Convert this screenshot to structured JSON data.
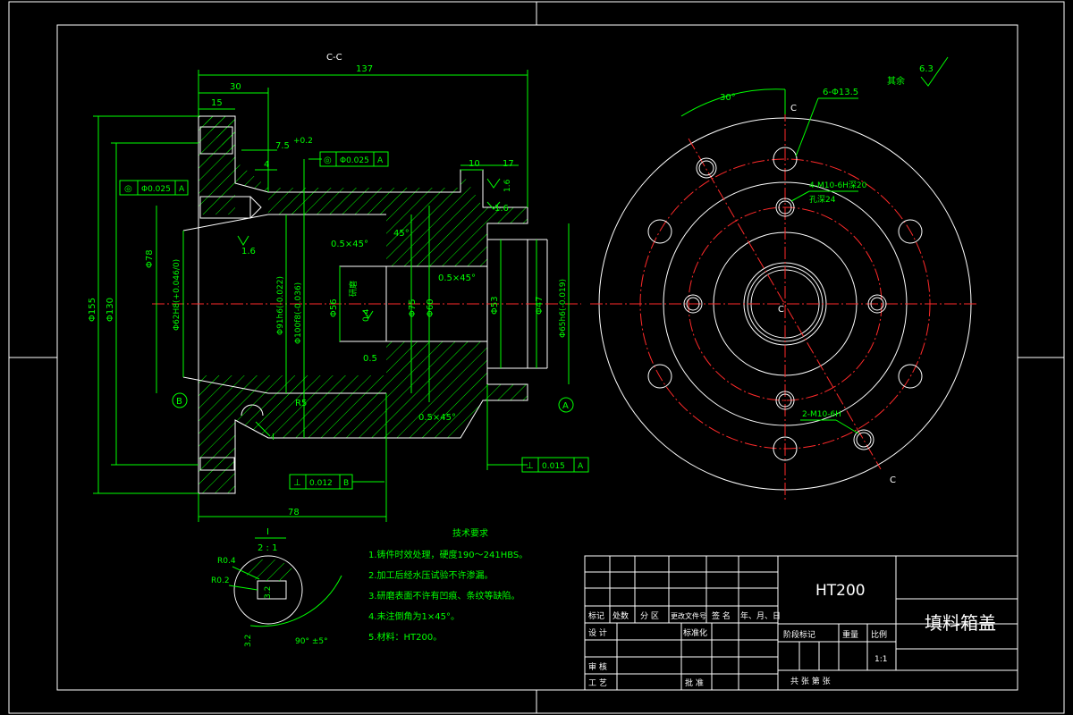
{
  "section_label": "C-C",
  "dims": {
    "d137": "137",
    "d30": "30",
    "d15": "15",
    "d7_5": "7.5",
    "d7_5_tol": "+0.2",
    "d4": "4",
    "d10": "10",
    "d17": "17",
    "d78": "78",
    "phi155": "Φ155",
    "phi130": "Φ130",
    "phi78": "Φ78",
    "phi62": "Φ62H8(+0.046/0)",
    "phi91": "Φ91h6(-0.022)",
    "phi100": "Φ100f8(-0.036)",
    "phi56": "Φ56",
    "phi75": "Φ75",
    "phi60": "Φ60",
    "phi53": "Φ53",
    "phi47": "Φ47",
    "phi65": "Φ65h6(-0.019)",
    "r5": "R5",
    "angle45": "45°",
    "chamfer1": "0.5×45°",
    "chamfer2": "0.5×45°",
    "chamfer3": "0.5×45°",
    "chamfer_small": "0.5",
    "grind_label": "研磨",
    "rough_04": "0.4",
    "rough_16a": "1.6",
    "rough_16b": "1.6",
    "rough_16c": "1.6",
    "detail_mark": "I",
    "datum_a": "A",
    "datum_b": "B"
  },
  "gdt": {
    "t1": {
      "symbol": "◎",
      "value": "Φ0.025",
      "datum": "A"
    },
    "t2": {
      "symbol": "◎",
      "value": "Φ0.025",
      "datum": "A"
    },
    "t3": {
      "symbol": "⊥",
      "value": "0.012",
      "datum": "B"
    },
    "t4": {
      "symbol": "⊥",
      "value": "0.015",
      "datum": "A"
    }
  },
  "side_view": {
    "angle30": "30°",
    "holes6": "6-Φ13.5",
    "tapped4": "4-M10-6H深20",
    "tapped4_depth": "孔深24",
    "tapped2": "2-M10-6H",
    "c_top": "C",
    "c_bottom": "C",
    "center": "C"
  },
  "roughness_other": {
    "label": "其余",
    "value": "6.3"
  },
  "detail": {
    "title": "I",
    "scale": "2 : 1",
    "r04": "R0.4",
    "r02": "R0.2",
    "v32": "3.2",
    "v32b": "3.2",
    "angle": "90° ±5°"
  },
  "tech_req": {
    "title": "技术要求",
    "items": [
      "1.铸件时效处理，硬度190～241HBS。",
      "2.加工后经水压试验不许渗漏。",
      "3.研磨表面不许有凹痕、条纹等缺陷。",
      "4.未注倒角为1×45°。",
      "5.材料：HT200。"
    ]
  },
  "title_block": {
    "material": "HT200",
    "part_name": "填料箱盖",
    "row_marks": [
      "标记",
      "处数",
      "分 区",
      "更改文件号",
      "签 名",
      "年、月、日"
    ],
    "design": "设 计",
    "standard": "标准化",
    "stage": "阶段标记",
    "weight": "重量",
    "scale_label": "比例",
    "scale_value": "1:1",
    "review": "审 核",
    "process": "工 艺",
    "approve": "批 准",
    "sheets": "共  张  第  张"
  }
}
